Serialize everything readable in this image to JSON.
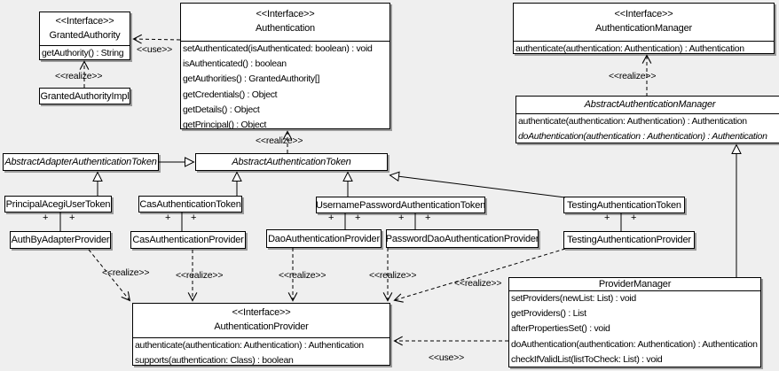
{
  "diagram": {
    "type": "uml-class-diagram",
    "background": "#efefef",
    "labels": {
      "realize": "<<realize>>",
      "use": "<<use>>",
      "plus": "+"
    },
    "classes": {
      "granted_authority": {
        "stereotype": "<<Interface>>",
        "name": "GrantedAuthority",
        "methods": [
          "getAuthority() : String"
        ]
      },
      "granted_authority_impl": {
        "name": "GrantedAuthorityImpl"
      },
      "authentication": {
        "stereotype": "<<Interface>>",
        "name": "Authentication",
        "methods": [
          "setAuthenticated(isAuthenticated: boolean) : void",
          "isAuthenticated() : boolean",
          "getAuthorities() : GrantedAuthority[]",
          "getCredentials() : Object",
          "getDetails() : Object",
          "getPrincipal() : Object"
        ]
      },
      "authentication_manager": {
        "stereotype": "<<Interface>>",
        "name": "AuthenticationManager",
        "methods": [
          "authenticate(authentication: Authentication) : Authentication"
        ]
      },
      "abstract_authentication_manager": {
        "name": "AbstractAuthenticationManager",
        "methods": [
          "authenticate(authentication: Authentication) : Authentication",
          "doAuthentication(authentication : Authentication) : Authentication"
        ]
      },
      "abstract_adapter_authentication_token": {
        "name": "AbstractAdapterAuthenticationToken"
      },
      "abstract_authentication_token": {
        "name": "AbstractAuthenticationToken"
      },
      "principal_acegi_user_token": {
        "name": "PrincipalAcegiUserToken"
      },
      "cas_authentication_token": {
        "name": "CasAuthenticationToken"
      },
      "username_password_authentication_token": {
        "name": "UsernamePasswordAuthenticationToken"
      },
      "testing_authentication_token": {
        "name": "TestingAuthenticationToken"
      },
      "auth_by_adapter_provider": {
        "name": "AuthByAdapterProvider"
      },
      "cas_authentication_provider": {
        "name": "CasAuthenticationProvider"
      },
      "dao_authentication_provider": {
        "name": "DaoAuthenticationProvider"
      },
      "password_dao_authentication_provider": {
        "name": "PasswordDaoAuthenticationProvider"
      },
      "testing_authentication_provider": {
        "name": "TestingAuthenticationProvider"
      },
      "authentication_provider": {
        "stereotype": "<<Interface>>",
        "name": "AuthenticationProvider",
        "methods": [
          "authenticate(authentication: Authentication) : Authentication",
          "supports(authentication: Class) : boolean"
        ]
      },
      "provider_manager": {
        "name": "ProviderManager",
        "methods": [
          "setProviders(newList: List) : void",
          "getProviders() : List",
          "afterPropertiesSet() : void",
          "doAuthentication(authentication: Authentication) : Authentication",
          "checkIfValidList(listToCheck: List) : void"
        ]
      }
    }
  }
}
